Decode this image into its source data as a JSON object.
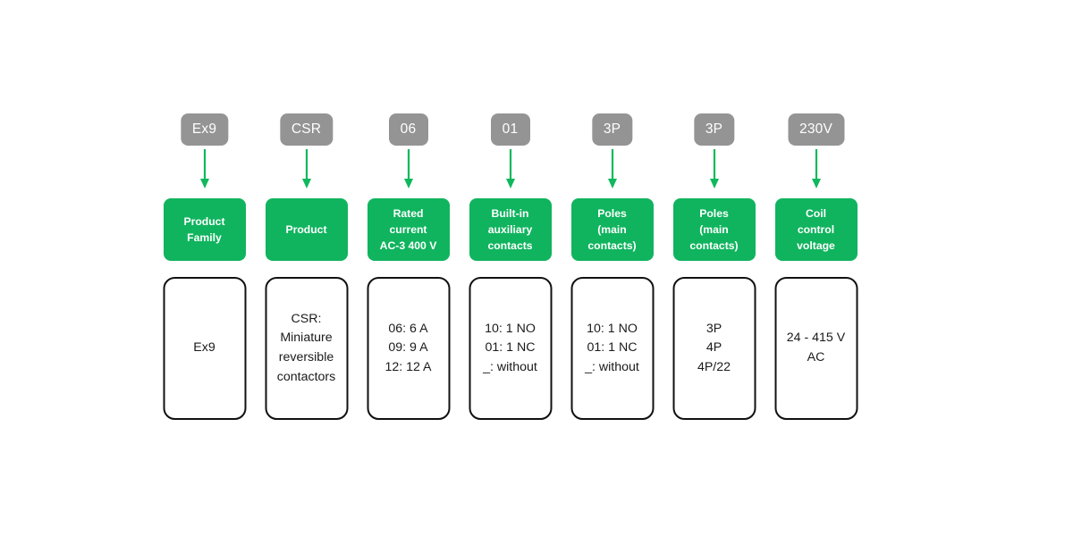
{
  "theme": {
    "background": "#ffffff",
    "badge_fill": "#949494",
    "badge_text": "#ffffff",
    "green_fill": "#10b45e",
    "green_text": "#ffffff",
    "arrow_color": "#0fb85c",
    "box_border": "#111111",
    "box_text": "#1a1a1a"
  },
  "diagram": {
    "type": "part-number-decoder",
    "columns": [
      {
        "code": "Ex9",
        "label": "Product\nFamily",
        "details": "Ex9",
        "arrow_icon": "arrow-down-icon"
      },
      {
        "code": "CSR",
        "label": "Product",
        "details": "CSR:\nMiniature\nreversible\ncontactors",
        "arrow_icon": "arrow-down-icon"
      },
      {
        "code": "06",
        "label": "Rated\ncurrent\nAC-3 400 V",
        "details": "06: 6 A\n09: 9 A\n12: 12 A",
        "arrow_icon": "arrow-down-icon"
      },
      {
        "code": "01",
        "label": "Built-in\nauxiliary\ncontacts",
        "details": "10: 1 NO\n01: 1 NC\n_: without",
        "arrow_icon": "arrow-down-icon"
      },
      {
        "code": "3P",
        "label": "Poles\n(main\ncontacts)",
        "details": "10: 1 NO\n01: 1 NC\n_: without",
        "arrow_icon": "arrow-down-icon"
      },
      {
        "code": "3P",
        "label": "Poles\n(main\ncontacts)",
        "details": "3P\n4P\n4P/22",
        "arrow_icon": "arrow-down-icon"
      },
      {
        "code": "230V",
        "label": "Coil\ncontrol\nvoltage",
        "details": "24 - 415 V\nAC",
        "arrow_icon": "arrow-down-icon"
      }
    ]
  }
}
